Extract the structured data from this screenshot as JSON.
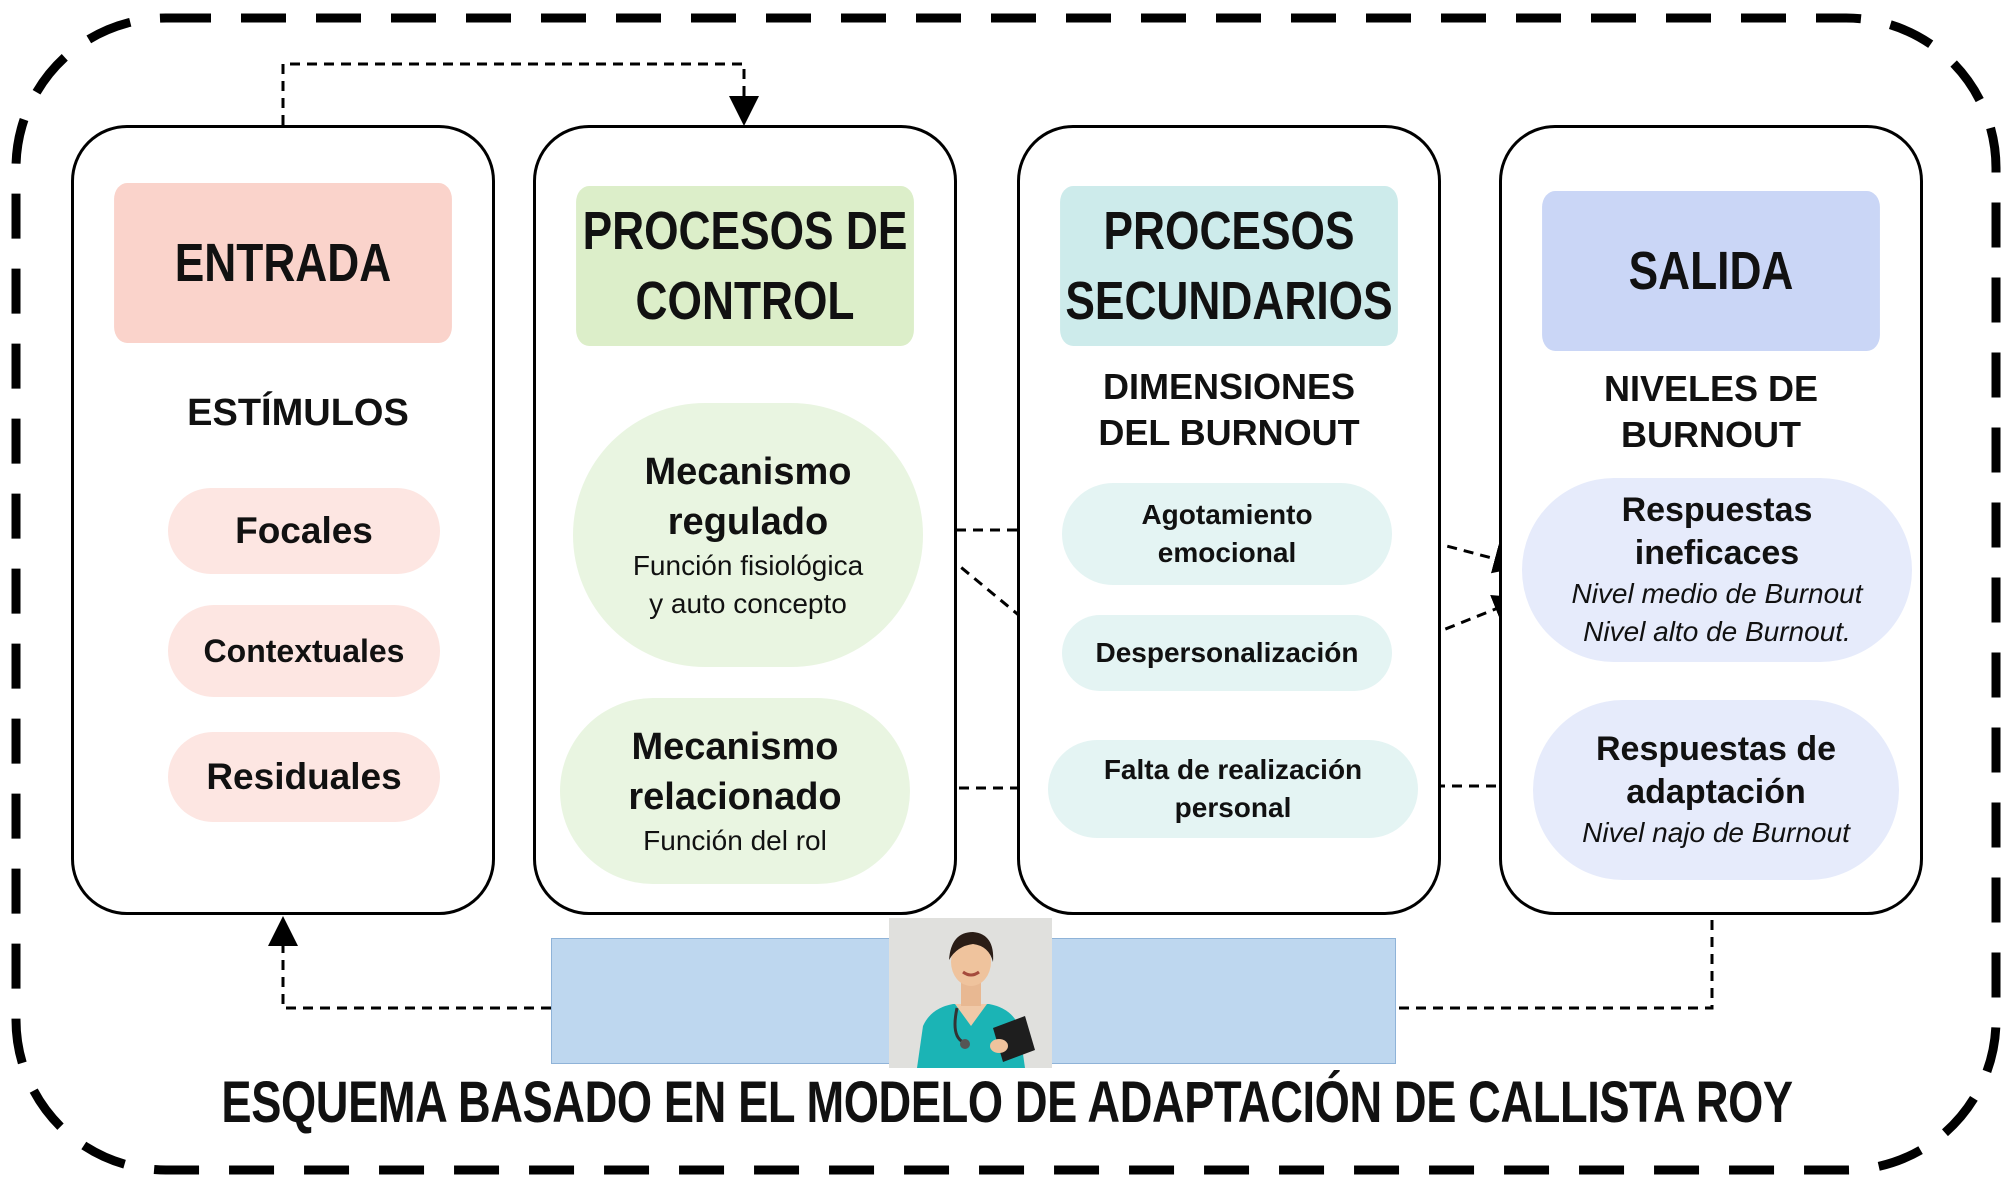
{
  "title": "ESQUEMA BASADO EN EL MODELO DE ADAPTACIÓN DE CALLISTA ROY",
  "colors": {
    "entrada": "#fad3cb",
    "entrada_pill": "#fde6e2",
    "control": "#dceec9",
    "control_pill": "#e9f5e1",
    "secundarios": "#cdebeb",
    "secundarios_pill": "#e4f4f3",
    "salida": "#cad6f6",
    "salida_pill": "#e6ebfb",
    "band": "#bed7ef"
  },
  "entrada": {
    "header": "ENTRADA",
    "subheader": "ESTÍMULOS",
    "items": [
      "Focales",
      "Contextuales",
      "Residuales"
    ]
  },
  "control": {
    "header": "PROCESOS DE\nCONTROL",
    "regulado": {
      "title": "Mecanismo\nregulado",
      "desc": "Función  fisiológica\ny auto concepto"
    },
    "relacionado": {
      "title": "Mecanismo\nrelacionado",
      "desc": "Función  del rol"
    }
  },
  "secundarios": {
    "header": "PROCESOS\nSECUNDARIOS",
    "subheader": "DIMENSIONES\nDEL BURNOUT",
    "items": [
      "Agotamiento\nemocional",
      "Despersonalización",
      "Falta de realización\npersonal"
    ]
  },
  "salida": {
    "header": "SALIDA",
    "subheader": "NIVELES DE\nBURNOUT",
    "ineficaces": {
      "title": "Respuestas\nineficaces",
      "desc": "Nivel medio de Burnout\nNivel alto de Burnout."
    },
    "adaptacion": {
      "title": "Respuestas de\nadaptación",
      "desc": "Nivel najo de Burnout"
    }
  },
  "image": {
    "icon": "nurse-photo"
  }
}
